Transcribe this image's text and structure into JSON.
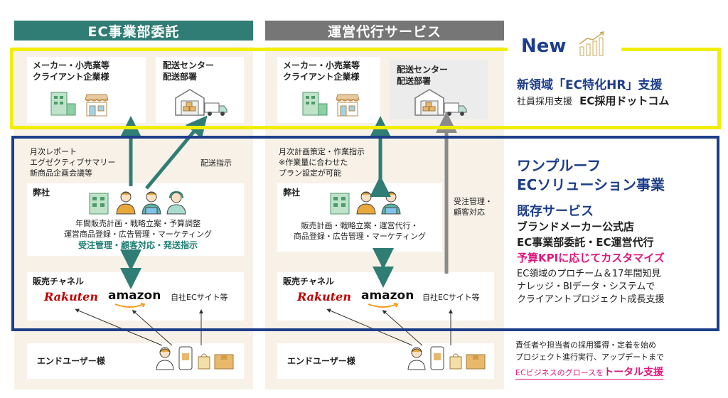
{
  "headers": {
    "left": "EC事業部委託",
    "middle": "運営代行サービス"
  },
  "new_badge": {
    "label": "New"
  },
  "left": {
    "client": "メーカー・小売業等\nクライアント企業様",
    "delivery": "配送センター\n配送部署",
    "report": "月次レポート\nエグゼクティブサマリー\n新商品企画会議等",
    "delivery_instruction": "配送指示",
    "company_title": "弊社",
    "company_tasks": "年間販売計画・戦略立案・予算調整\n運営商品登録・広告管理・マーケティング",
    "company_highlight": "受注管理・顧客対応・発送指示",
    "channel_title": "販売チャネル",
    "rakuten": "Rakuten",
    "amazon": "amazon",
    "own_site": "自社ECサイト等",
    "end_user": "エンドユーザー様"
  },
  "middle": {
    "client": "メーカー・小売業等\nクライアント企業様",
    "delivery": "配送センター\n配送部署",
    "plan": "月次計画策定・作業指示\n※作業量に合わせた\nプラン設定が可能",
    "order_mgmt": "受注管理・\n顧客対応",
    "company_title": "弊社",
    "company_tasks": "販売計画・戦略立案・運営代行・\n商品登録・広告管理・マーケティング",
    "channel_title": "販売チャネル",
    "rakuten": "Rakuten",
    "amazon": "amazon",
    "own_site": "自社ECサイト等",
    "end_user": "エンドユーザー様"
  },
  "right": {
    "new_domain": "新領域「EC特化HR」支援",
    "recruit_prefix": "社員採用支援",
    "recruit_name": "EC採用ドットコム",
    "business_line1": "ワンプルーフ",
    "business_line2": "ECソリューション事業",
    "existing": "既存サービス",
    "svc1": "ブランドメーカー公式店",
    "svc2": "EC事業部委託・EC運営代行",
    "svc3": "予算KPIに応じてカスタマイズ",
    "desc": "EC領域のプロチーム＆17年間知見\nナレッジ・BIデータ・システムで\nクライアントプロジェクト成長支援",
    "footer1": "責任者や担当者の採用獲得・定着を始め\nプロジェクト進行実行、アップデートまで",
    "footer2_prefix": "ECビジネスのグロースを",
    "footer2_emph": "トータル支援"
  },
  "colors": {
    "teal": "#2f7d74",
    "gray_header": "#767676",
    "yellow_frame": "#f2ee00",
    "navy_frame": "#1d3e8a",
    "accent_pink": "#e0157c"
  }
}
